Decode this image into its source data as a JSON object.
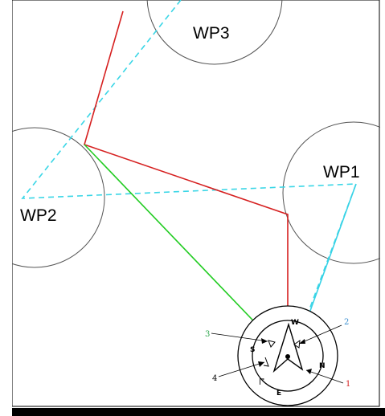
{
  "waypoints": [
    {
      "id": "wp1",
      "label": "WP1"
    },
    {
      "id": "wp2",
      "label": "WP2"
    },
    {
      "id": "wp3",
      "label": "WP3"
    }
  ],
  "compass": {
    "letters": {
      "north": "N",
      "south": "S",
      "east": "E",
      "west": "W",
      "center_mark": "|\""
    }
  },
  "callouts": [
    {
      "id": "c1",
      "number": "1",
      "color": "#d62020"
    },
    {
      "id": "c2",
      "number": "2",
      "color": "#3a8fd0"
    },
    {
      "id": "c3",
      "number": "3",
      "color": "#2aa54a"
    },
    {
      "id": "c4",
      "number": "4",
      "color": "#000000"
    }
  ],
  "colors": {
    "planned_path": "#d62020",
    "dashed_path": "#3ad6e6",
    "green_track": "#22cc22",
    "cyan_track": "#37d2e6",
    "circle_outline": "#555555"
  }
}
